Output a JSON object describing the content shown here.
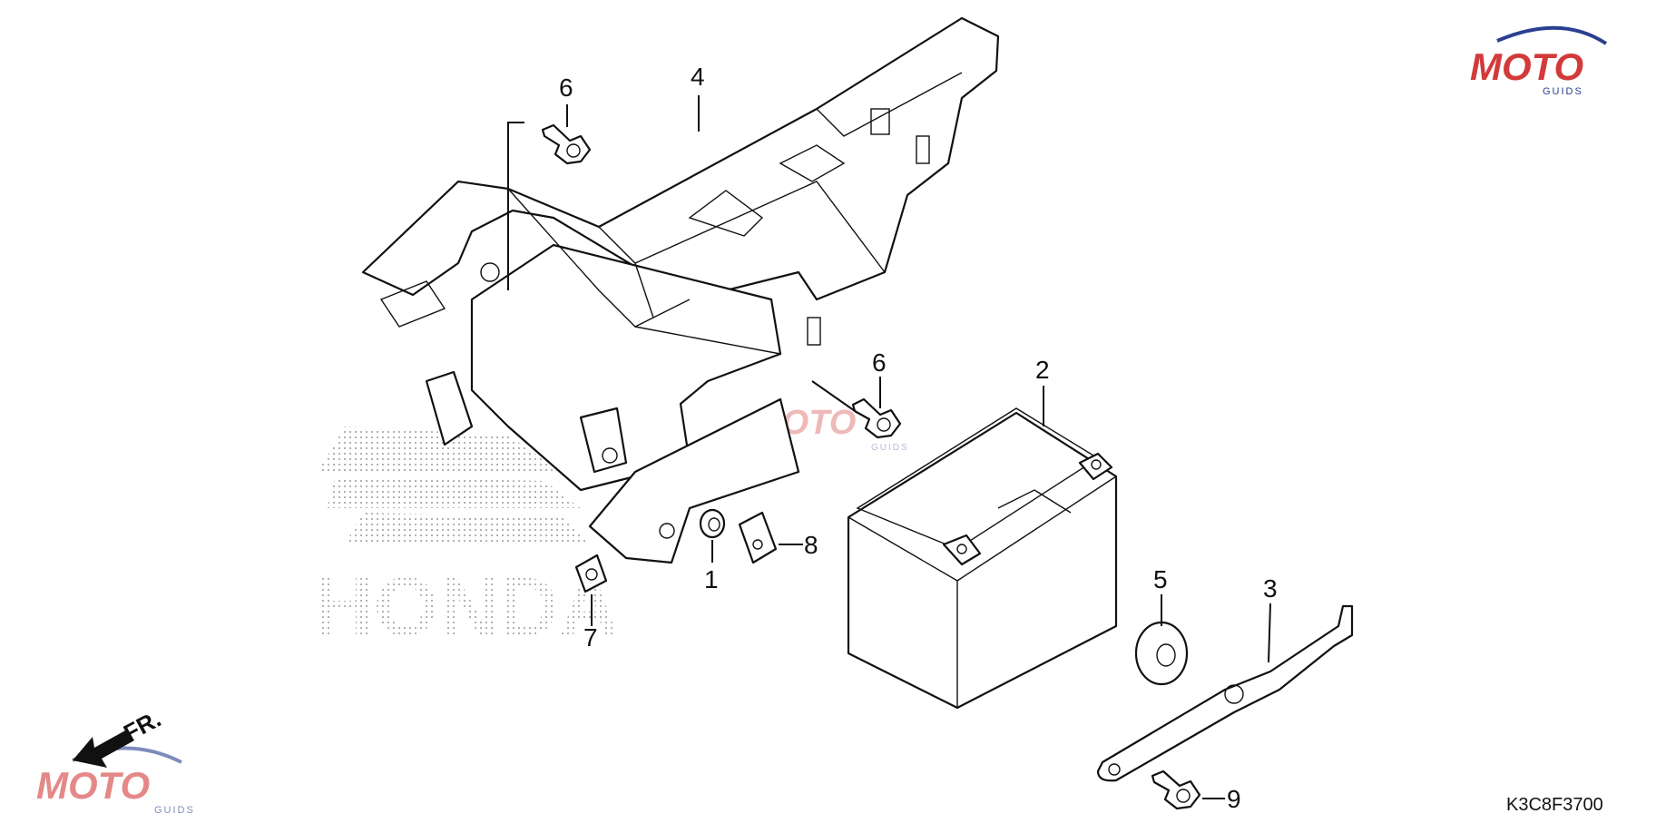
{
  "callouts": [
    {
      "id": "1",
      "label": "1"
    },
    {
      "id": "2",
      "label": "2"
    },
    {
      "id": "3",
      "label": "3"
    },
    {
      "id": "4",
      "label": "4"
    },
    {
      "id": "5",
      "label": "5"
    },
    {
      "id": "6a",
      "label": "6"
    },
    {
      "id": "6b",
      "label": "6"
    },
    {
      "id": "7",
      "label": "7"
    },
    {
      "id": "8",
      "label": "8"
    },
    {
      "id": "9",
      "label": "9"
    }
  ],
  "direction_label": "FR.",
  "diagram_code": "K3C8F3700",
  "background_brand": "HONDA",
  "watermark": {
    "text": "MOTO",
    "subtext": "GUIDS",
    "color": "#d33a3a",
    "accent": "#2a3f8f"
  }
}
